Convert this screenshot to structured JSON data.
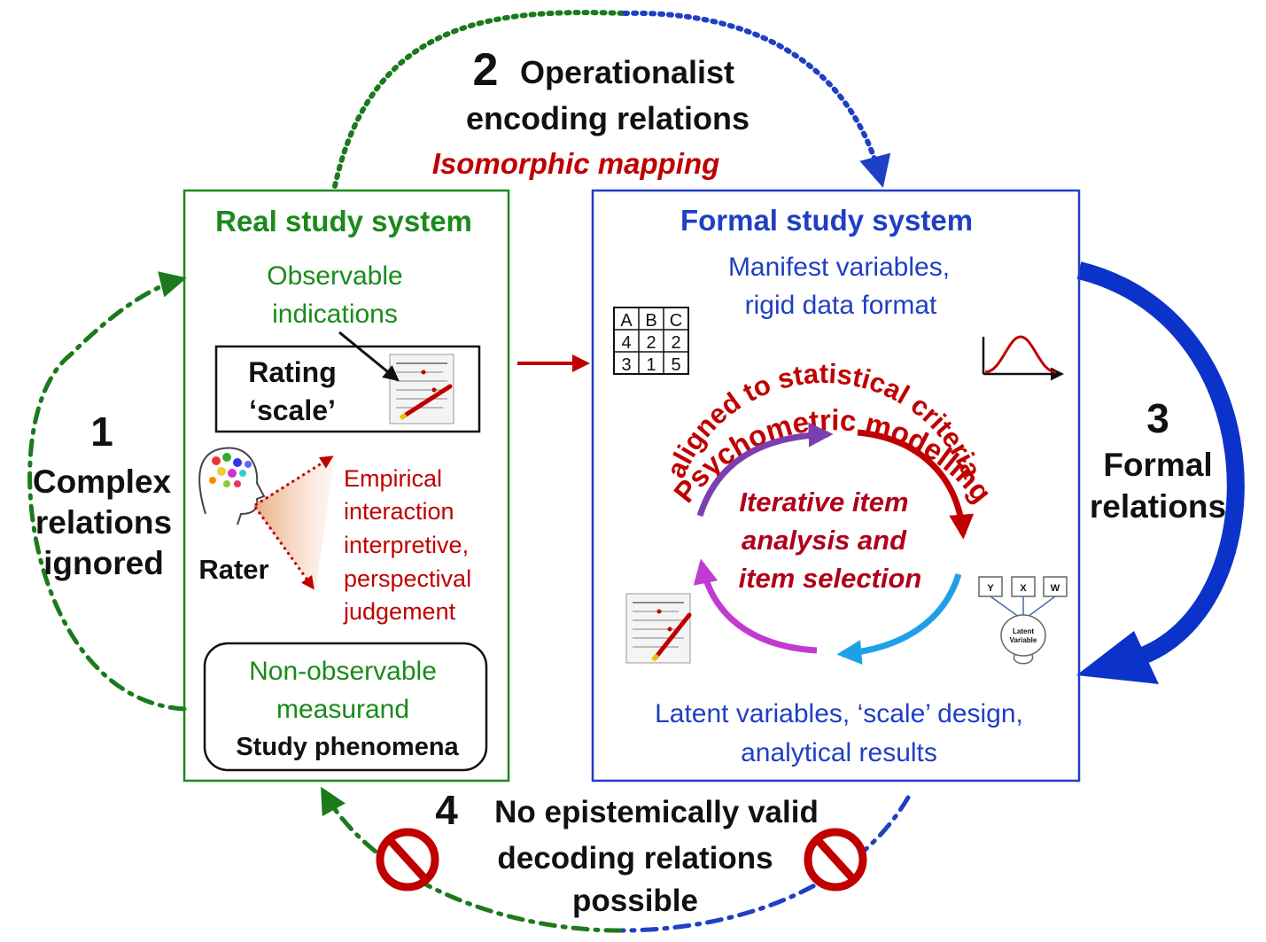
{
  "colors": {
    "green": "#1a8a1a",
    "dark_green": "#1b7a1b",
    "blue": "#1f3fc4",
    "dark_blue": "#0b33c9",
    "red": "#c00000",
    "dark_red": "#b0001a",
    "purple": "#7b3fb0",
    "magenta": "#c23bd1",
    "light_blue": "#1ea0e8",
    "black": "#111111"
  },
  "top_relation": {
    "number": "2",
    "title_line1": "Operationalist",
    "title_line2": "encoding relations",
    "subtitle": "Isomorphic mapping"
  },
  "left_relation": {
    "number": "1",
    "line1": "Complex",
    "line2": "relations",
    "line3": "ignored"
  },
  "right_relation": {
    "number": "3",
    "line1": "Formal",
    "line2": "relations"
  },
  "bottom_relation": {
    "number": "4",
    "line1": "No epistemically valid",
    "line2": "decoding relations",
    "line3": "possible"
  },
  "real_system": {
    "title": "Real study system",
    "observable_line1": "Observable",
    "observable_line2": "indications",
    "rating_line1": "Rating",
    "rating_line2": "‘scale’",
    "rater_label": "Rater",
    "empirical": [
      "Empirical",
      "interaction",
      "interpretive,",
      "perspectival",
      "judgement"
    ],
    "nonobs_line1": "Non-observable",
    "nonobs_line2": "measurand",
    "phenomena": "Study phenomena"
  },
  "formal_system": {
    "title": "Formal study system",
    "manifest_line1": "Manifest variables,",
    "manifest_line2": "rigid data format",
    "table": [
      [
        "A",
        "B",
        "C"
      ],
      [
        "4",
        "2",
        "2"
      ],
      [
        "3",
        "1",
        "5"
      ]
    ],
    "arc_line1": "Psychometric modelling",
    "arc_line2": "aligned to statistical criteria",
    "iterative_line1": "Iterative item",
    "iterative_line2": "analysis and",
    "iterative_line3": "item selection",
    "model_nodes": [
      "Y",
      "X",
      "W"
    ],
    "latent_line1": "Latent",
    "latent_line2": "Variable",
    "latent_results_line1": "Latent variables, ‘scale’ design,",
    "latent_results_line2": "analytical results"
  }
}
